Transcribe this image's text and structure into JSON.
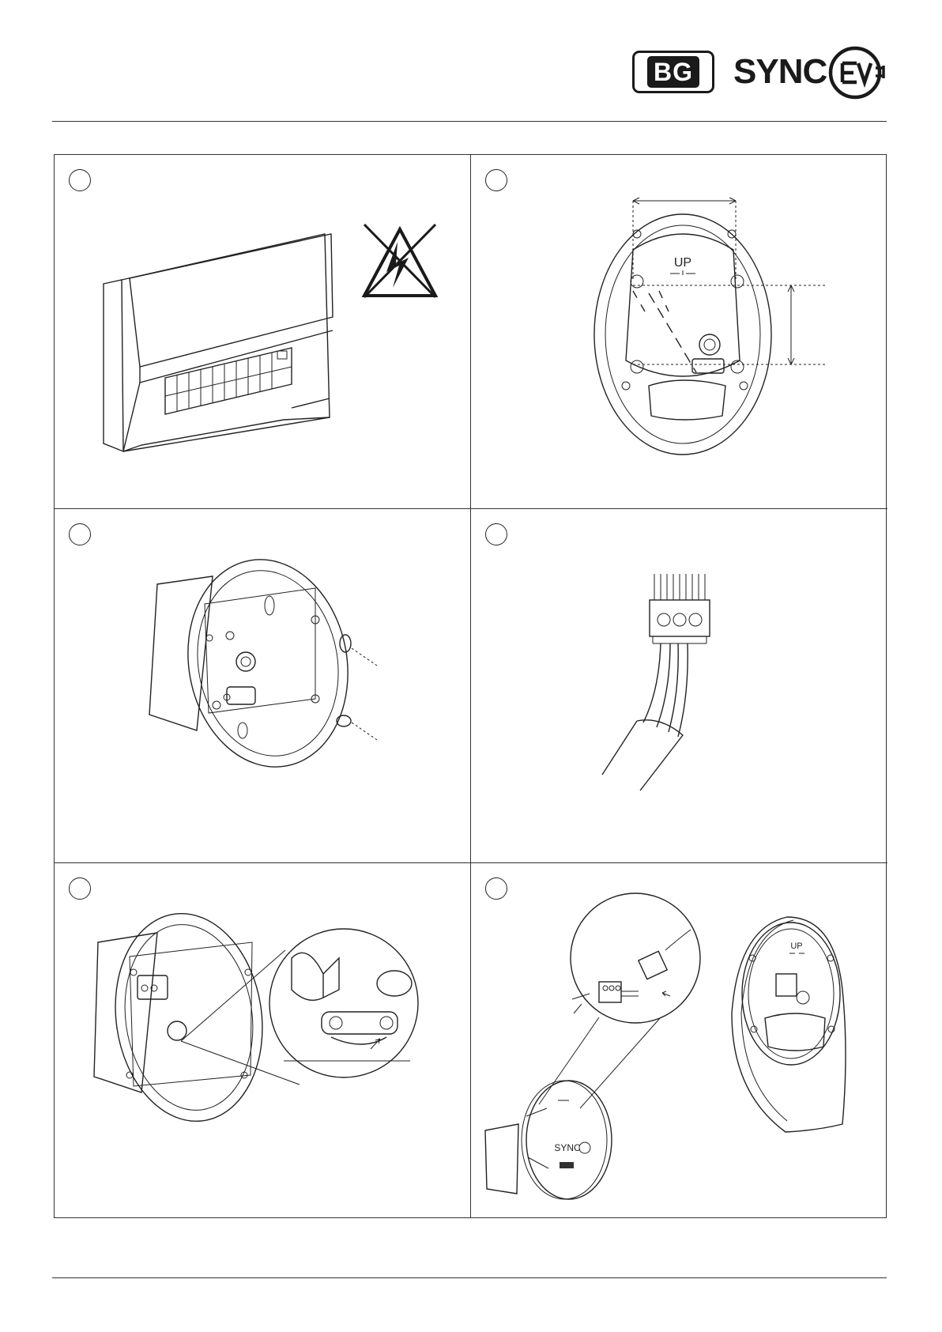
{
  "header": {
    "brand_bg": "BG",
    "brand_sync": "SYNC",
    "brand_ev": "EV"
  },
  "steps": [
    {
      "id": 1,
      "panel": "consumer-unit-isolate",
      "icons": [
        "consumer-unit-illustration",
        "no-high-voltage-icon"
      ]
    },
    {
      "id": 2,
      "panel": "back-box-dimensions",
      "label": "UP"
    },
    {
      "id": 3,
      "panel": "back-box-mounting",
      "icons": [
        "back-box-illustration",
        "screw-cap-icon"
      ]
    },
    {
      "id": 4,
      "panel": "cable-connector",
      "icons": [
        "terminal-block-illustration"
      ]
    },
    {
      "id": 5,
      "panel": "cable-clamp",
      "icons": [
        "cable-clamp-detail-illustration"
      ]
    },
    {
      "id": 6,
      "panel": "connect-charger-head",
      "label": "UP",
      "device_label": "SYNC",
      "device_badge": "BG"
    }
  ],
  "colors": {
    "line": "#222222",
    "background": "#ffffff"
  }
}
